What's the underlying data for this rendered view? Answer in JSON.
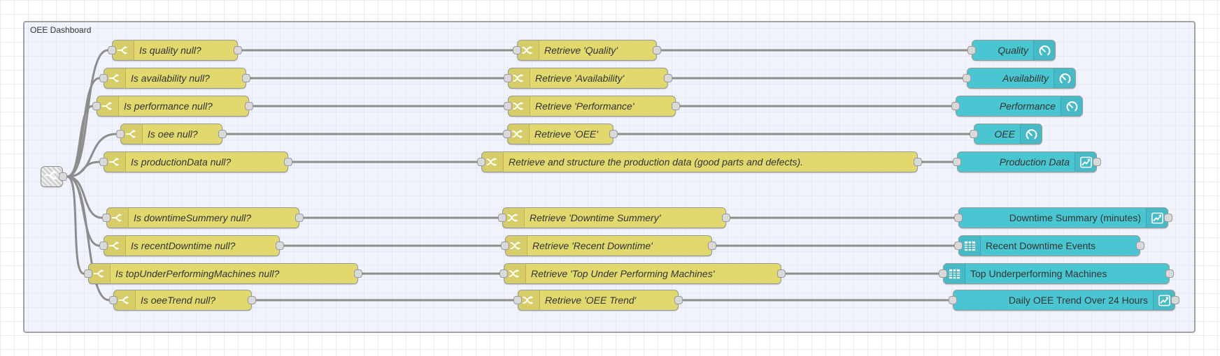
{
  "group": {
    "label": "OEE Dashboard"
  },
  "junction": {
    "icon": "fork-icon"
  },
  "rows": [
    {
      "switch_label": "Is quality null?",
      "change_label": "Retrieve 'Quality'",
      "ui_label": "Quality",
      "ui_icon": "gauge",
      "ui_icon_side": "right",
      "ui_italic": true,
      "ui_has_output": false
    },
    {
      "switch_label": "Is availability null?",
      "change_label": "Retrieve 'Availability'",
      "ui_label": "Availability",
      "ui_icon": "gauge",
      "ui_icon_side": "right",
      "ui_italic": true,
      "ui_has_output": false
    },
    {
      "switch_label": "Is performance null?",
      "change_label": "Retrieve 'Performance'",
      "ui_label": "Performance",
      "ui_icon": "gauge",
      "ui_icon_side": "right",
      "ui_italic": true,
      "ui_has_output": false
    },
    {
      "switch_label": "Is oee null?",
      "change_label": "Retrieve 'OEE'",
      "ui_label": "OEE",
      "ui_icon": "gauge",
      "ui_icon_side": "right",
      "ui_italic": true,
      "ui_has_output": false
    },
    {
      "switch_label": "Is productionData null?",
      "change_label": "Retrieve and structure the production data (good parts and defects).",
      "ui_label": "Production Data",
      "ui_icon": "chart",
      "ui_icon_side": "right",
      "ui_italic": true,
      "ui_has_output": true
    },
    {
      "switch_label": "Is downtimeSummery null?",
      "change_label": "Retrieve 'Downtime Summery'",
      "ui_label": "Downtime Summary (minutes)",
      "ui_icon": "chart",
      "ui_icon_side": "right",
      "ui_italic": false,
      "ui_has_output": true
    },
    {
      "switch_label": "Is recentDowntime null?",
      "change_label": "Retrieve 'Recent Downtime'",
      "ui_label": "Recent Downtime Events",
      "ui_icon": "table",
      "ui_icon_side": "left",
      "ui_italic": false,
      "ui_has_output": true
    },
    {
      "switch_label": "Is topUnderPerformingMachines null?",
      "change_label": "Retrieve 'Top Under Performing Machines'",
      "ui_label": "Top Underperforming Machines",
      "ui_icon": "table",
      "ui_icon_side": "left",
      "ui_italic": false,
      "ui_has_output": true
    },
    {
      "switch_label": "Is oeeTrend null?",
      "change_label": "Retrieve 'OEE Trend'",
      "ui_label": "Daily OEE Trend Over 24 Hours",
      "ui_icon": "chart",
      "ui_icon_side": "right",
      "ui_italic": false,
      "ui_has_output": true
    }
  ],
  "colors": {
    "node_yellow": "#e2d96e",
    "node_teal": "#4ac6d2",
    "wire": "#8d8d8d",
    "port_fill": "#d9d9d9",
    "group_border": "#a3a3a3",
    "grid_line": "#e9ebf5",
    "label_text": "#333333",
    "table_icon_lines": "#2ba7b4"
  }
}
